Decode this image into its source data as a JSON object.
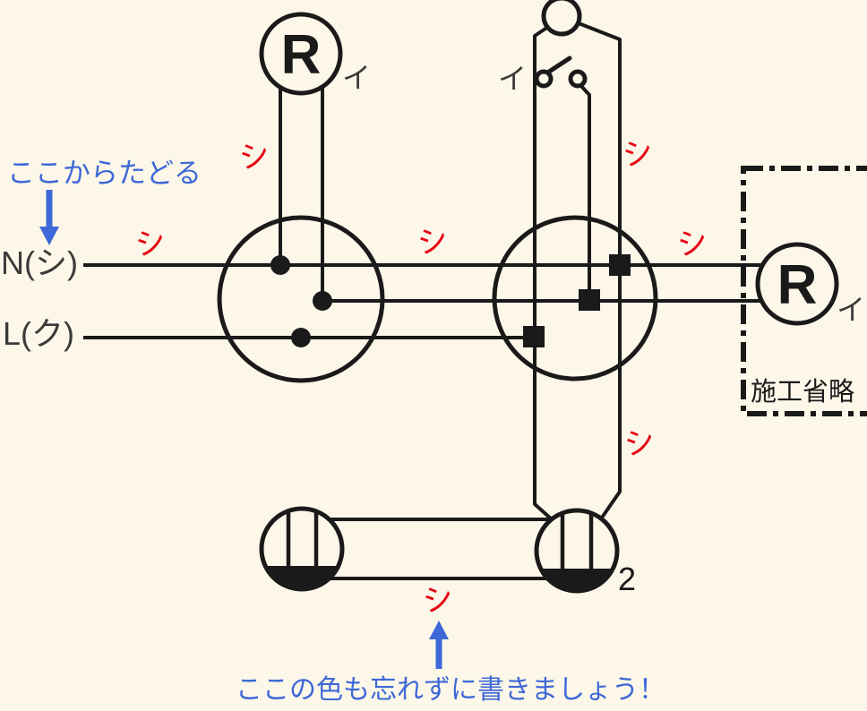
{
  "colors": {
    "background": "#fcf7e8",
    "ink": "#1a1a1a",
    "red": "#e60012",
    "blue": "#3e68d8",
    "label": "#3a3a3a"
  },
  "power_source": {
    "neutral_label": "N(シ)",
    "live_label": "L(ク)"
  },
  "annotations": {
    "trace_start": "ここからたどる",
    "color_reminder": "ここの色も忘れずに書きましょう！"
  },
  "wire_marks": {
    "shi": "シ"
  },
  "devices": {
    "lamp_left": {
      "letter": "R",
      "circuit": "イ"
    },
    "lamp_omitted": {
      "letter": "R",
      "circuit": "イ"
    },
    "switch": {
      "circuit": "イ"
    },
    "outlet_right": {
      "count": "2"
    },
    "omitted_area_label": "施工省略"
  }
}
